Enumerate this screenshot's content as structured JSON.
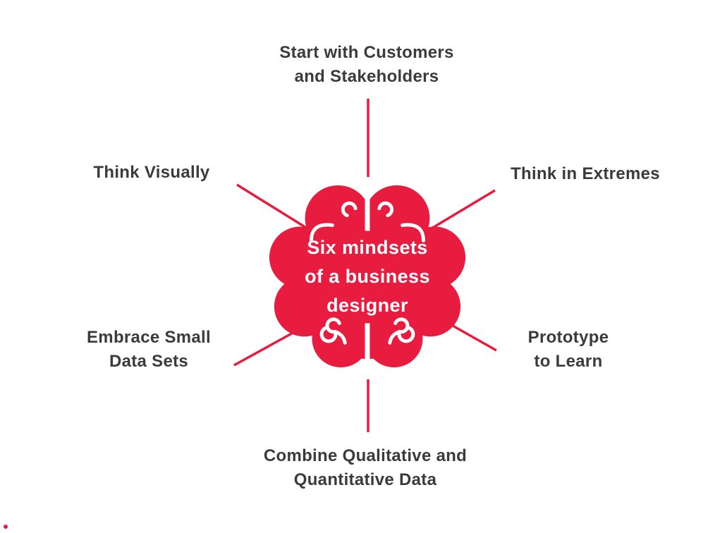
{
  "diagram": {
    "center": {
      "lines": [
        "Six mindsets",
        "of a business",
        "designer"
      ]
    },
    "nodes": {
      "top": {
        "lines": [
          "Start with Customers",
          "and Stakeholders"
        ]
      },
      "upper_left": {
        "lines": [
          "Think Visually"
        ]
      },
      "upper_right": {
        "lines": [
          "Think in Extremes"
        ]
      },
      "lower_left": {
        "lines": [
          "Embrace Small",
          "Data Sets"
        ]
      },
      "lower_right": {
        "lines": [
          "Prototype",
          "to Learn"
        ]
      },
      "bottom": {
        "lines": [
          "Combine Qualitative and",
          "Quantitative Data"
        ]
      }
    },
    "colors": {
      "accent": "#e81c3f",
      "text": "#3b3b3b",
      "center_text": "#ffffff",
      "background": "#ffffff"
    }
  }
}
